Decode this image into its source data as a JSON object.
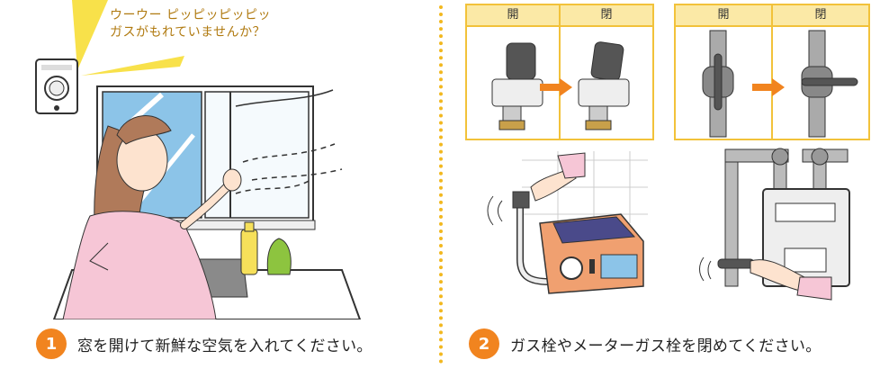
{
  "alarm": {
    "line1": "ウーウー ピッピッピッピッ",
    "line2": "ガスがもれていませんか？"
  },
  "steps": [
    {
      "number": "1",
      "text": "窓を開けて新鮮な空気を入れてください。"
    },
    {
      "number": "2",
      "text": "ガス栓やメーターガス栓を閉めてください。"
    }
  ],
  "valve_panels": [
    {
      "open_label": "開",
      "close_label": "閉"
    },
    {
      "open_label": "開",
      "close_label": "閉"
    }
  ],
  "colors": {
    "accent_orange": "#f1841f",
    "panel_border": "#f2c23a",
    "panel_header": "#fbe9a6",
    "divider": "#f2b81f",
    "window_blue": "#8cc4e8",
    "apron_pink": "#f6c6d6"
  },
  "icons": [
    "gas-alarm-icon",
    "arrow-right-icon"
  ]
}
